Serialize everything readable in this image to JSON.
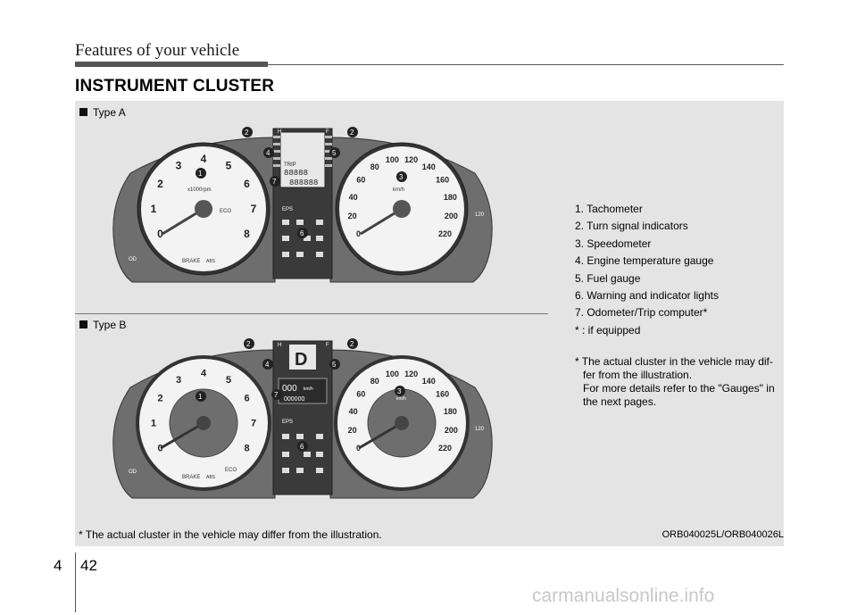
{
  "header": {
    "section_title": "Features of your vehicle"
  },
  "page_title": "INSTRUMENT CLUSTER",
  "type_a_label": "Type A",
  "type_b_label": "Type B",
  "legend": [
    "1. Tachometer",
    "2. Turn signal indicators",
    "3. Speedometer",
    "4. Engine temperature gauge",
    "5. Fuel gauge",
    "6. Warning and indicator lights",
    "7.  Odometer/Trip computer*",
    "* : if equipped"
  ],
  "note_line1": "* The actual cluster in the vehicle may dif-",
  "note_line2": "fer from the illustration.",
  "note_line3": "For more details refer to the \"Gauges\" in",
  "note_line4": "the next pages.",
  "footnote": "* The actual cluster in the vehicle may differ from the illustration.",
  "image_code": "ORB040025L/ORB040026L",
  "page": {
    "section": "4",
    "number": "42"
  },
  "watermark": "carmanualsonline.info",
  "cluster": {
    "tach_ticks": [
      "0",
      "1",
      "2",
      "3",
      "4",
      "5",
      "6",
      "7",
      "8"
    ],
    "tach_unit": "x1000rpm",
    "speed_ticks": [
      "0",
      "20",
      "40",
      "60",
      "80",
      "100",
      "120",
      "140",
      "160",
      "180",
      "200",
      "220"
    ],
    "speed_unit": "km/h",
    "temp_hot": "H",
    "fuel_full": "F",
    "eco": "ECO",
    "brake": "BRAKE",
    "abs": "ABS",
    "eps": "EPS",
    "od": "OD",
    "trip": "TRIP",
    "digits_a_trip": "88888",
    "digits_a_odo": "888888",
    "gear_b": "D",
    "speed_b": "000",
    "speed_b_unit": "km/h",
    "odo_b": "000000",
    "speed_limit": "120",
    "callouts": [
      "1",
      "2",
      "3",
      "4",
      "5",
      "6",
      "7"
    ]
  }
}
